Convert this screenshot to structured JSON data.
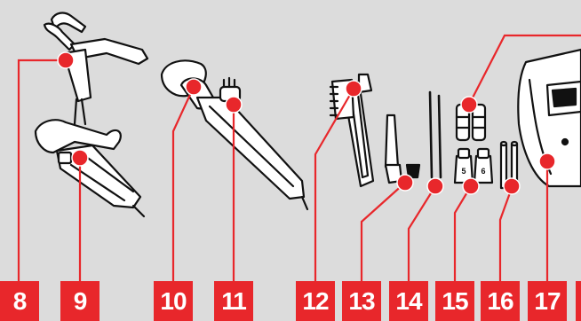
{
  "colors": {
    "background": "#dcdcdc",
    "accent": "#e8272b",
    "tag_text": "#ffffff",
    "outline": "#111111",
    "part_fill": "#ffffff"
  },
  "callouts": [
    {
      "label": "8",
      "part": "earth-clamp"
    },
    {
      "label": "9",
      "part": "electrode-holder"
    },
    {
      "label": "10",
      "part": "torch-cap"
    },
    {
      "label": "11",
      "part": "tig-torch"
    },
    {
      "label": "12",
      "part": "wire-brush-chipping-hammer"
    },
    {
      "label": "13",
      "part": "ceramic-cup-and-collet-body"
    },
    {
      "label": "14",
      "part": "tungsten-electrodes"
    },
    {
      "label": "15",
      "part": "size-5-and-6-nozzles"
    },
    {
      "label": "16",
      "part": "collets"
    },
    {
      "label": "17",
      "part": "welding-helmet"
    }
  ],
  "parts": {
    "nozzle_labels": [
      "5",
      "6"
    ]
  }
}
